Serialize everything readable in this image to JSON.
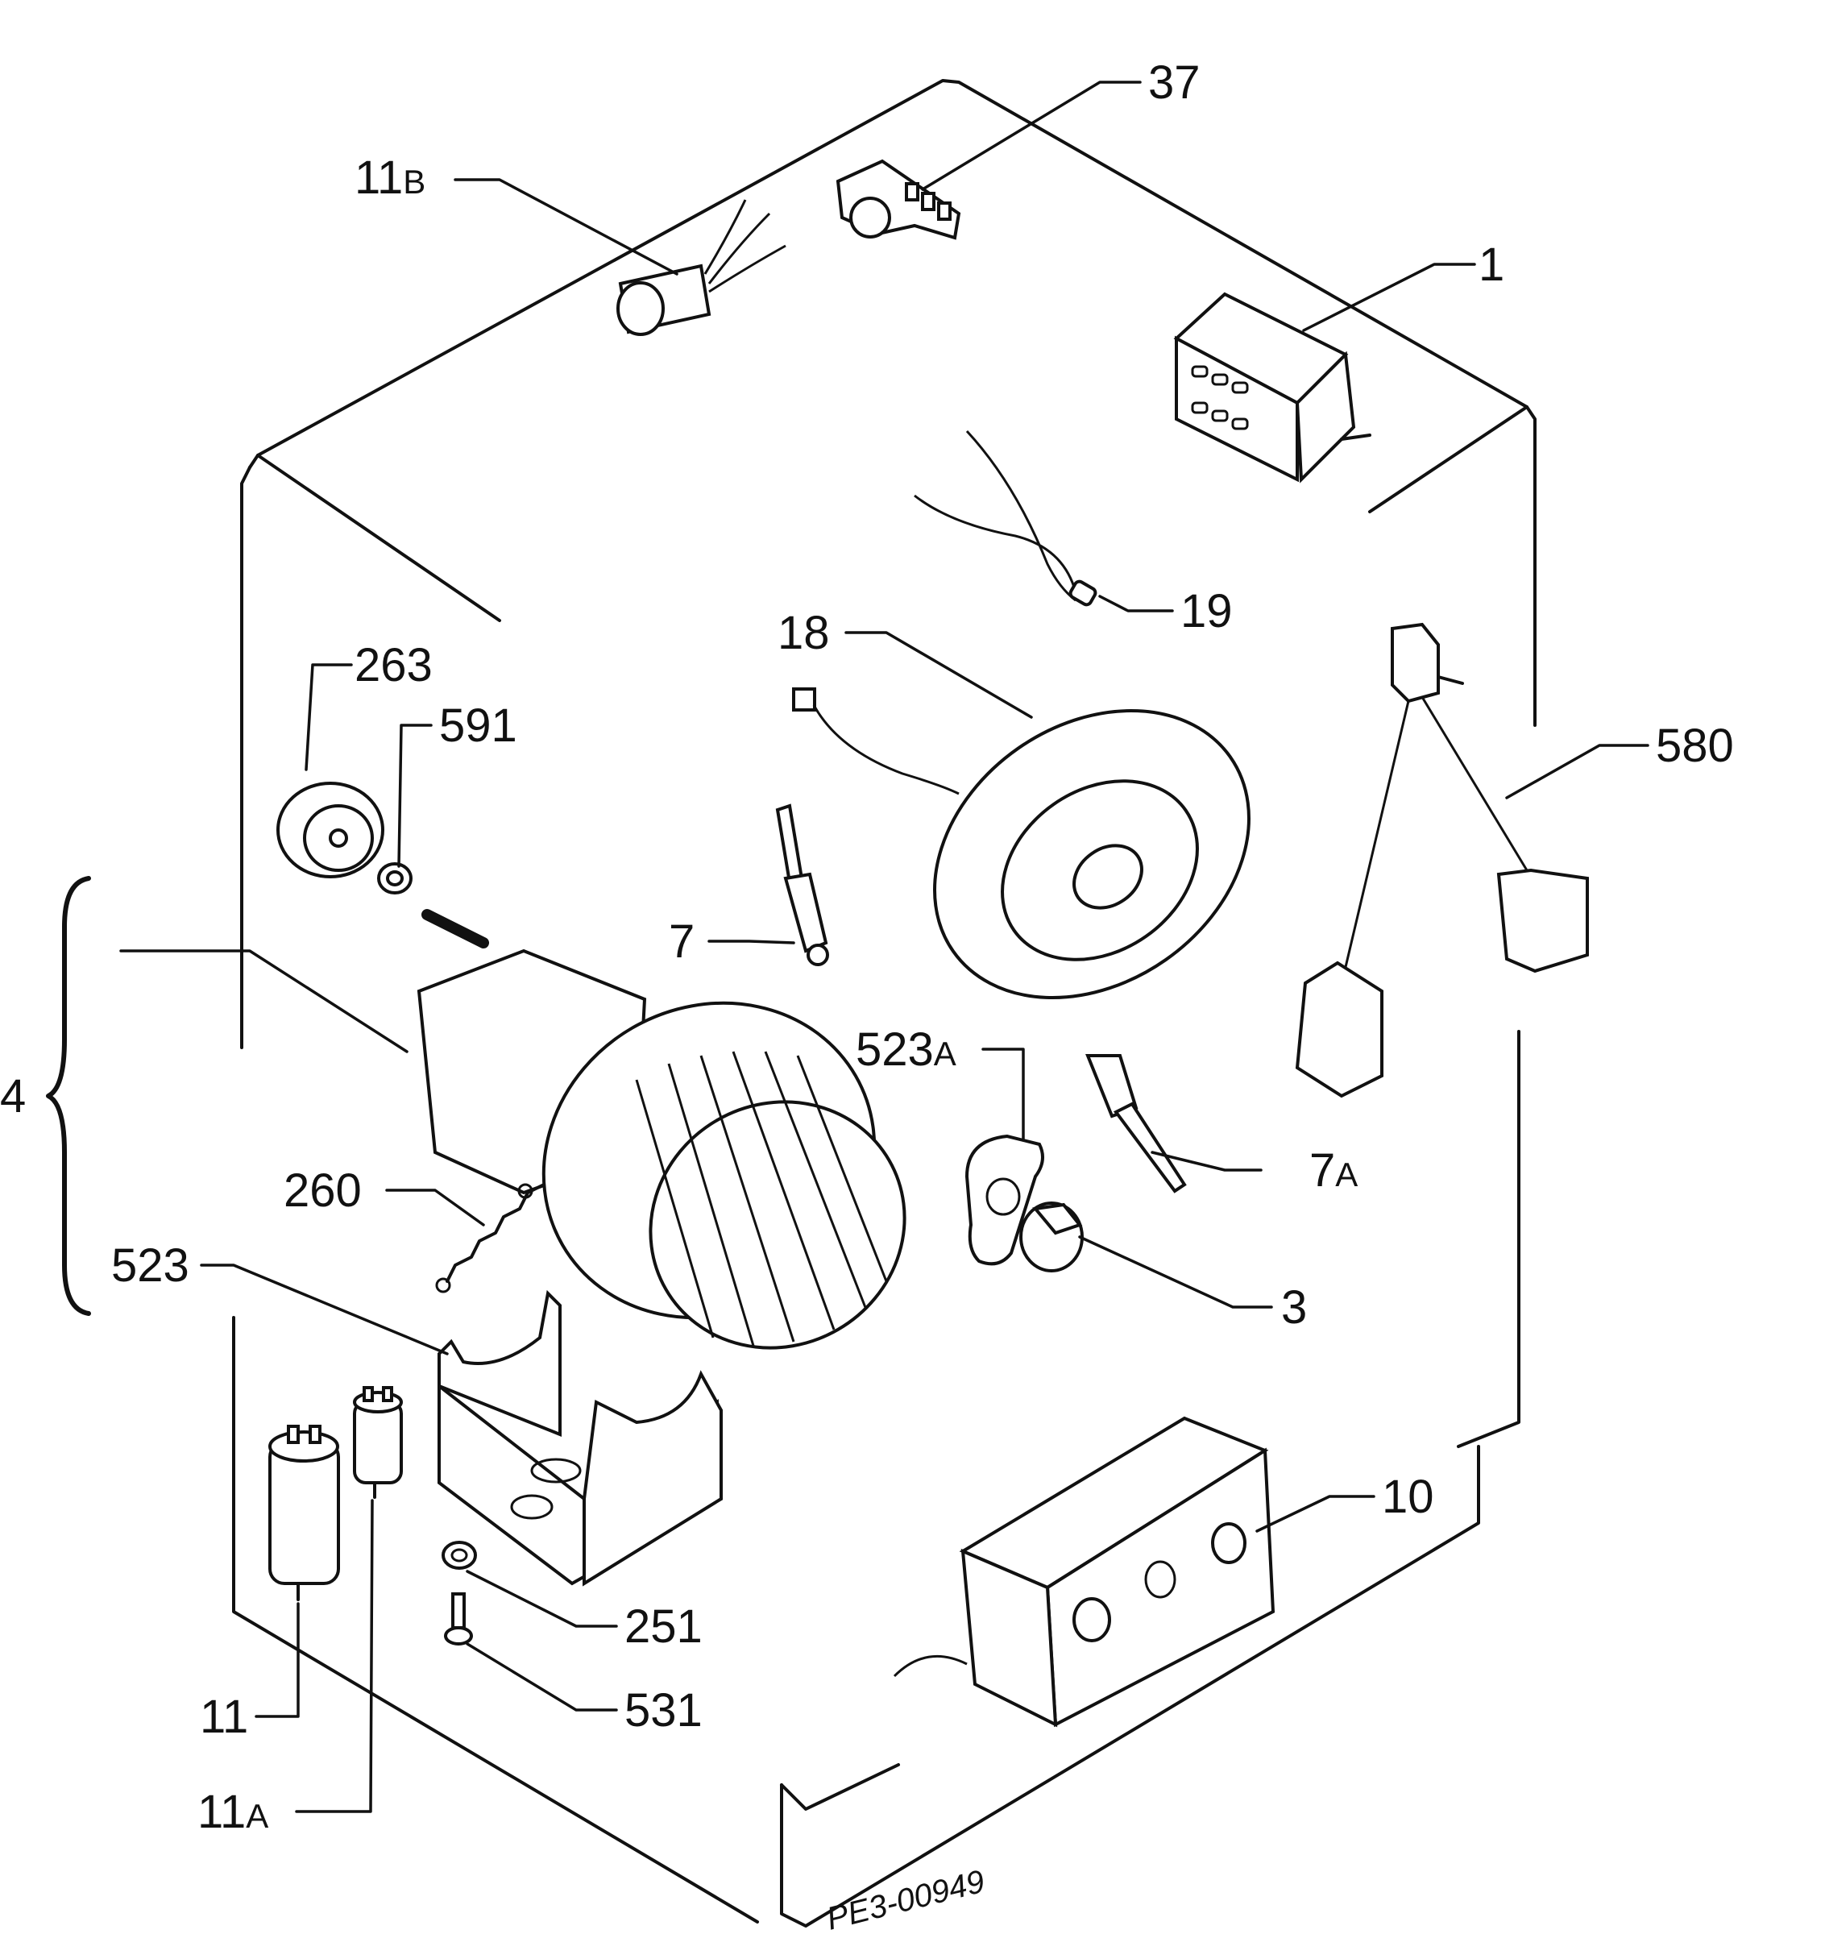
{
  "diagram": {
    "drawing_code": "PE3-00949",
    "callouts": [
      {
        "id": "c37",
        "num": "37",
        "suffix": ""
      },
      {
        "id": "c11b",
        "num": "11",
        "suffix": "B"
      },
      {
        "id": "c1",
        "num": "1",
        "suffix": ""
      },
      {
        "id": "c19",
        "num": "19",
        "suffix": ""
      },
      {
        "id": "c18",
        "num": "18",
        "suffix": ""
      },
      {
        "id": "c263",
        "num": "263",
        "suffix": ""
      },
      {
        "id": "c591",
        "num": "591",
        "suffix": ""
      },
      {
        "id": "c580",
        "num": "580",
        "suffix": ""
      },
      {
        "id": "c7",
        "num": "7",
        "suffix": ""
      },
      {
        "id": "c4",
        "num": "4",
        "suffix": ""
      },
      {
        "id": "c523a",
        "num": "523",
        "suffix": "A"
      },
      {
        "id": "c7a",
        "num": "7",
        "suffix": "A"
      },
      {
        "id": "c260",
        "num": "260",
        "suffix": ""
      },
      {
        "id": "c523",
        "num": "523",
        "suffix": ""
      },
      {
        "id": "c3",
        "num": "3",
        "suffix": ""
      },
      {
        "id": "c10",
        "num": "10",
        "suffix": ""
      },
      {
        "id": "c251",
        "num": "251",
        "suffix": ""
      },
      {
        "id": "c531",
        "num": "531",
        "suffix": ""
      },
      {
        "id": "c11",
        "num": "11",
        "suffix": ""
      },
      {
        "id": "c11a",
        "num": "11",
        "suffix": "A"
      }
    ]
  }
}
